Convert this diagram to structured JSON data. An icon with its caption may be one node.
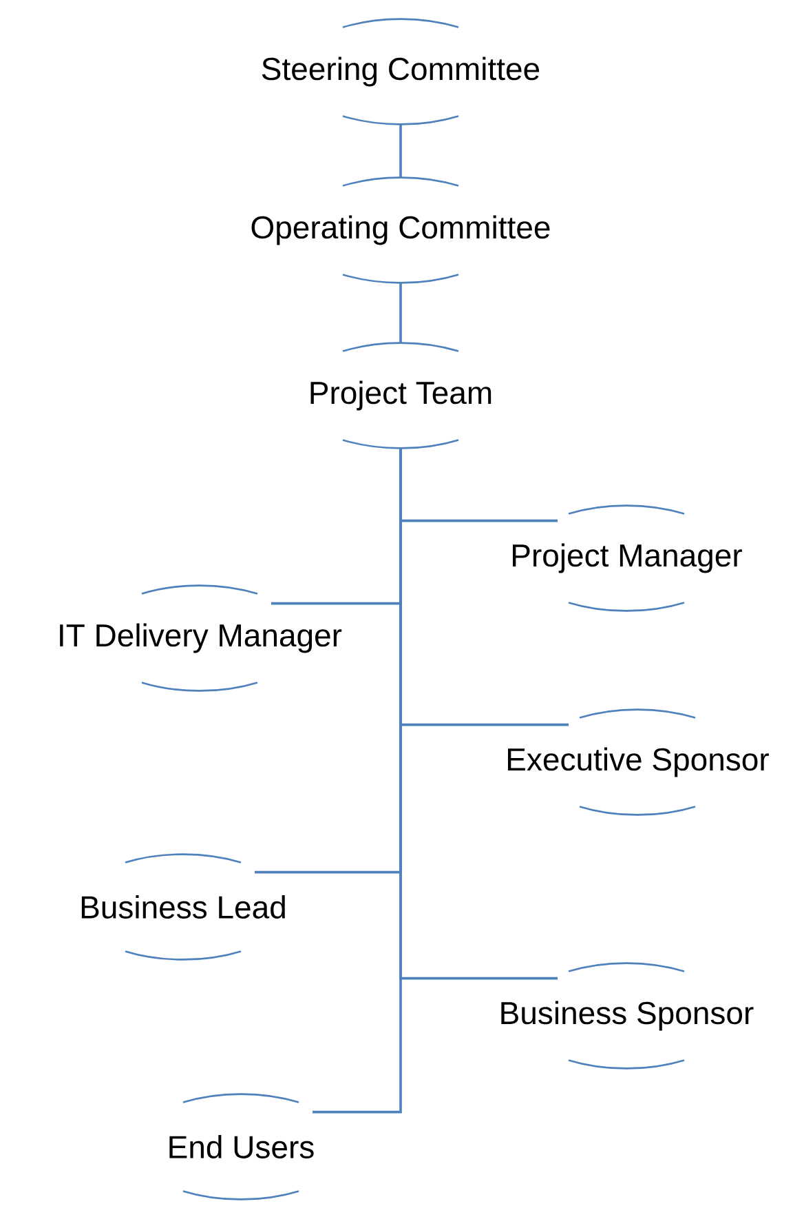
{
  "diagram": {
    "nodes": [
      {
        "text": [
          "Steering Committee"
        ]
      },
      {
        "text": [
          "Operating Committee"
        ]
      },
      {
        "text": [
          "Project Team"
        ]
      },
      {
        "text": [
          "Project Manager"
        ]
      },
      {
        "text": [
          "IT Delivery Manager"
        ]
      },
      {
        "text": [
          "Executive Sponsor"
        ]
      },
      {
        "text": [
          "Business Lead"
        ]
      },
      {
        "text": [
          "Business Sponsor"
        ]
      },
      {
        "text": [
          "End Users"
        ]
      }
    ],
    "edges": [
      {
        "from": 0,
        "to": 1,
        "arrow": "none"
      },
      {
        "from": 1,
        "to": 2,
        "arrow": "none"
      },
      {
        "from": 2,
        "to": 3,
        "arrow": "none"
      },
      {
        "from": 2,
        "to": 4,
        "arrow": "none"
      },
      {
        "from": 2,
        "to": 5,
        "arrow": "none"
      },
      {
        "from": 2,
        "to": 6,
        "arrow": "none"
      },
      {
        "from": 2,
        "to": 7,
        "arrow": "none"
      },
      {
        "from": 2,
        "to": 8,
        "arrow": "none"
      }
    ]
  }
}
